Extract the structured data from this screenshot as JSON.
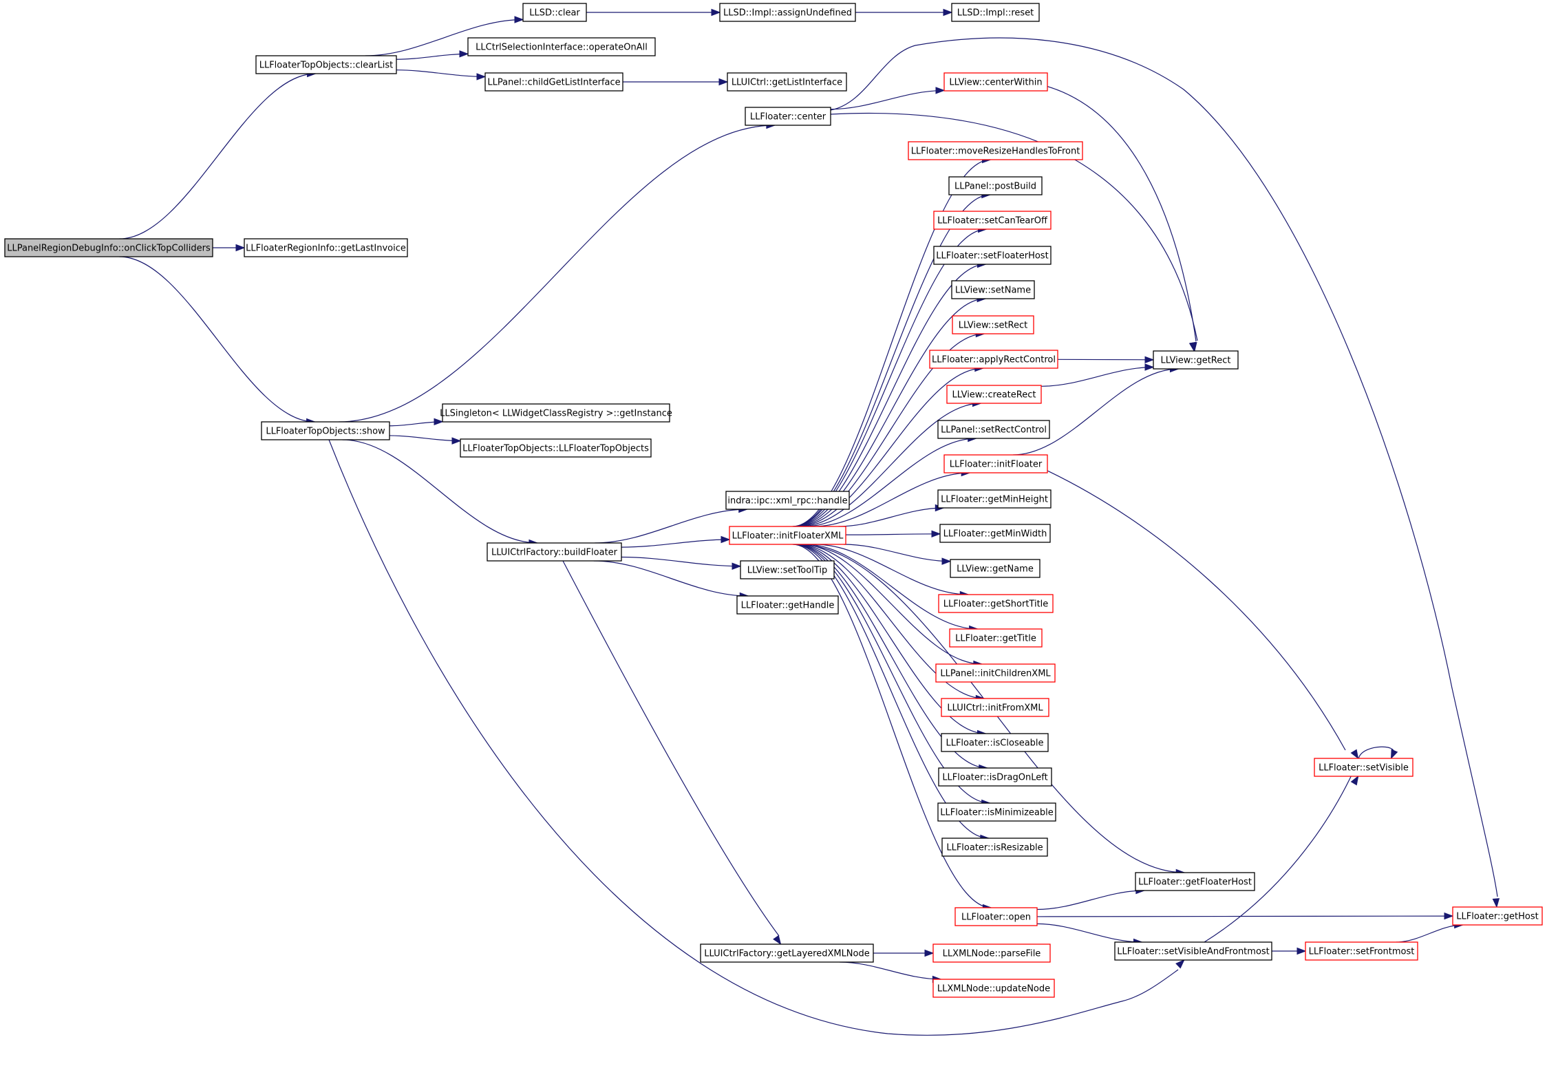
{
  "colors": {
    "edge": "#191970",
    "normal_border": "#000000",
    "truncated_border": "#ff0000",
    "root_fill": "#bfbfbf",
    "node_fill": "#ffffff"
  },
  "nodes": [
    {
      "id": "root",
      "label": "LLPanelRegionDebugInfo::onClickTopColliders",
      "style": "root"
    },
    {
      "id": "clearList",
      "label": "LLFloaterTopObjects::clearList",
      "style": "normal"
    },
    {
      "id": "getLastInvoice",
      "label": "LLFloaterRegionInfo::getLastInvoice",
      "style": "normal"
    },
    {
      "id": "show",
      "label": "LLFloaterTopObjects::show",
      "style": "normal"
    },
    {
      "id": "llsdClear",
      "label": "LLSD::clear",
      "style": "normal"
    },
    {
      "id": "operateOnAll",
      "label": "LLCtrlSelectionInterface::operateOnAll",
      "style": "normal"
    },
    {
      "id": "childGetListInterface",
      "label": "LLPanel::childGetListInterface",
      "style": "normal"
    },
    {
      "id": "assignUndefined",
      "label": "LLSD::Impl::assignUndefined",
      "style": "normal"
    },
    {
      "id": "implReset",
      "label": "LLSD::Impl::reset",
      "style": "normal"
    },
    {
      "id": "getListInterface",
      "label": "LLUICtrl::getListInterface",
      "style": "normal"
    },
    {
      "id": "center",
      "label": "LLFloater::center",
      "style": "normal"
    },
    {
      "id": "centerWithin",
      "label": "LLView::centerWithin",
      "style": "truncated"
    },
    {
      "id": "getInstance",
      "label": "LLSingleton< LLWidgetClassRegistry >::getInstance",
      "style": "normal"
    },
    {
      "id": "ctorTopObjects",
      "label": "LLFloaterTopObjects::LLFloaterTopObjects",
      "style": "normal"
    },
    {
      "id": "buildFloater",
      "label": "LLUICtrlFactory::buildFloater",
      "style": "normal"
    },
    {
      "id": "xmlrpcHandle",
      "label": "indra::ipc::xml_rpc::handle",
      "style": "normal"
    },
    {
      "id": "initFloaterXML",
      "label": "LLFloater::initFloaterXML",
      "style": "truncated"
    },
    {
      "id": "setToolTip",
      "label": "LLView::setToolTip",
      "style": "normal"
    },
    {
      "id": "getHandle",
      "label": "LLFloater::getHandle",
      "style": "normal"
    },
    {
      "id": "getLayeredXMLNode",
      "label": "LLUICtrlFactory::getLayeredXMLNode",
      "style": "normal"
    },
    {
      "id": "parseFile",
      "label": "LLXMLNode::parseFile",
      "style": "truncated"
    },
    {
      "id": "updateNode",
      "label": "LLXMLNode::updateNode",
      "style": "truncated"
    },
    {
      "id": "moveResize",
      "label": "LLFloater::moveResizeHandlesToFront",
      "style": "truncated"
    },
    {
      "id": "postBuild",
      "label": "LLPanel::postBuild",
      "style": "normal"
    },
    {
      "id": "setCanTearOff",
      "label": "LLFloater::setCanTearOff",
      "style": "truncated"
    },
    {
      "id": "setFloaterHost",
      "label": "LLFloater::setFloaterHost",
      "style": "normal"
    },
    {
      "id": "setName",
      "label": "LLView::setName",
      "style": "normal"
    },
    {
      "id": "setRect",
      "label": "LLView::setRect",
      "style": "truncated"
    },
    {
      "id": "applyRectControl",
      "label": "LLFloater::applyRectControl",
      "style": "truncated"
    },
    {
      "id": "createRect",
      "label": "LLView::createRect",
      "style": "truncated"
    },
    {
      "id": "setRectControl",
      "label": "LLPanel::setRectControl",
      "style": "normal"
    },
    {
      "id": "initFloater",
      "label": "LLFloater::initFloater",
      "style": "truncated"
    },
    {
      "id": "getMinHeight",
      "label": "LLFloater::getMinHeight",
      "style": "normal"
    },
    {
      "id": "getMinWidth",
      "label": "LLFloater::getMinWidth",
      "style": "normal"
    },
    {
      "id": "getName",
      "label": "LLView::getName",
      "style": "normal"
    },
    {
      "id": "getShortTitle",
      "label": "LLFloater::getShortTitle",
      "style": "truncated"
    },
    {
      "id": "getTitle",
      "label": "LLFloater::getTitle",
      "style": "truncated"
    },
    {
      "id": "initChildrenXML",
      "label": "LLPanel::initChildrenXML",
      "style": "truncated"
    },
    {
      "id": "initFromXML",
      "label": "LLUICtrl::initFromXML",
      "style": "truncated"
    },
    {
      "id": "isCloseable",
      "label": "LLFloater::isCloseable",
      "style": "normal"
    },
    {
      "id": "isDragOnLeft",
      "label": "LLFloater::isDragOnLeft",
      "style": "normal"
    },
    {
      "id": "isMinimizeable",
      "label": "LLFloater::isMinimizeable",
      "style": "normal"
    },
    {
      "id": "isResizable",
      "label": "LLFloater::isResizable",
      "style": "normal"
    },
    {
      "id": "getRect",
      "label": "LLView::getRect",
      "style": "normal"
    },
    {
      "id": "setVisible",
      "label": "LLFloater::setVisible",
      "style": "truncated"
    },
    {
      "id": "getFloaterHost",
      "label": "LLFloater::getFloaterHost",
      "style": "normal"
    },
    {
      "id": "open",
      "label": "LLFloater::open",
      "style": "truncated"
    },
    {
      "id": "setVisibleAndFrontmost",
      "label": "LLFloater::setVisibleAndFrontmost",
      "style": "normal"
    },
    {
      "id": "setFrontmost",
      "label": "LLFloater::setFrontmost",
      "style": "truncated"
    },
    {
      "id": "getHost",
      "label": "LLFloater::getHost",
      "style": "truncated"
    }
  ],
  "edges": [
    [
      "root",
      "clearList"
    ],
    [
      "root",
      "getLastInvoice"
    ],
    [
      "root",
      "show"
    ],
    [
      "clearList",
      "llsdClear"
    ],
    [
      "clearList",
      "operateOnAll"
    ],
    [
      "clearList",
      "childGetListInterface"
    ],
    [
      "llsdClear",
      "assignUndefined"
    ],
    [
      "assignUndefined",
      "implReset"
    ],
    [
      "childGetListInterface",
      "getListInterface"
    ],
    [
      "show",
      "center"
    ],
    [
      "show",
      "getInstance"
    ],
    [
      "show",
      "ctorTopObjects"
    ],
    [
      "show",
      "buildFloater"
    ],
    [
      "show",
      "setVisibleAndFrontmost"
    ],
    [
      "center",
      "centerWithin"
    ],
    [
      "center",
      "getRect"
    ],
    [
      "center",
      "getHost"
    ],
    [
      "centerWithin",
      "getRect"
    ],
    [
      "buildFloater",
      "xmlrpcHandle"
    ],
    [
      "buildFloater",
      "initFloaterXML"
    ],
    [
      "buildFloater",
      "setToolTip"
    ],
    [
      "buildFloater",
      "getHandle"
    ],
    [
      "buildFloater",
      "getLayeredXMLNode"
    ],
    [
      "getLayeredXMLNode",
      "parseFile"
    ],
    [
      "getLayeredXMLNode",
      "updateNode"
    ],
    [
      "initFloaterXML",
      "moveResize"
    ],
    [
      "initFloaterXML",
      "postBuild"
    ],
    [
      "initFloaterXML",
      "setCanTearOff"
    ],
    [
      "initFloaterXML",
      "setFloaterHost"
    ],
    [
      "initFloaterXML",
      "setName"
    ],
    [
      "initFloaterXML",
      "setRect"
    ],
    [
      "initFloaterXML",
      "applyRectControl"
    ],
    [
      "initFloaterXML",
      "createRect"
    ],
    [
      "initFloaterXML",
      "setRectControl"
    ],
    [
      "initFloaterXML",
      "initFloater"
    ],
    [
      "initFloaterXML",
      "getMinHeight"
    ],
    [
      "initFloaterXML",
      "getMinWidth"
    ],
    [
      "initFloaterXML",
      "getName"
    ],
    [
      "initFloaterXML",
      "getShortTitle"
    ],
    [
      "initFloaterXML",
      "getTitle"
    ],
    [
      "initFloaterXML",
      "initChildrenXML"
    ],
    [
      "initFloaterXML",
      "initFromXML"
    ],
    [
      "initFloaterXML",
      "isCloseable"
    ],
    [
      "initFloaterXML",
      "isDragOnLeft"
    ],
    [
      "initFloaterXML",
      "isMinimizeable"
    ],
    [
      "initFloaterXML",
      "isResizable"
    ],
    [
      "initFloaterXML",
      "getFloaterHost"
    ],
    [
      "initFloaterXML",
      "open"
    ],
    [
      "applyRectControl",
      "getRect"
    ],
    [
      "createRect",
      "getRect"
    ],
    [
      "initFloater",
      "getRect"
    ],
    [
      "initFloater",
      "setVisible"
    ],
    [
      "setVisible",
      "setVisible"
    ],
    [
      "open",
      "getFloaterHost"
    ],
    [
      "open",
      "getHost"
    ],
    [
      "open",
      "setVisibleAndFrontmost"
    ],
    [
      "setVisibleAndFrontmost",
      "setVisible"
    ],
    [
      "setVisibleAndFrontmost",
      "setFrontmost"
    ],
    [
      "setFrontmost",
      "getHost"
    ]
  ]
}
